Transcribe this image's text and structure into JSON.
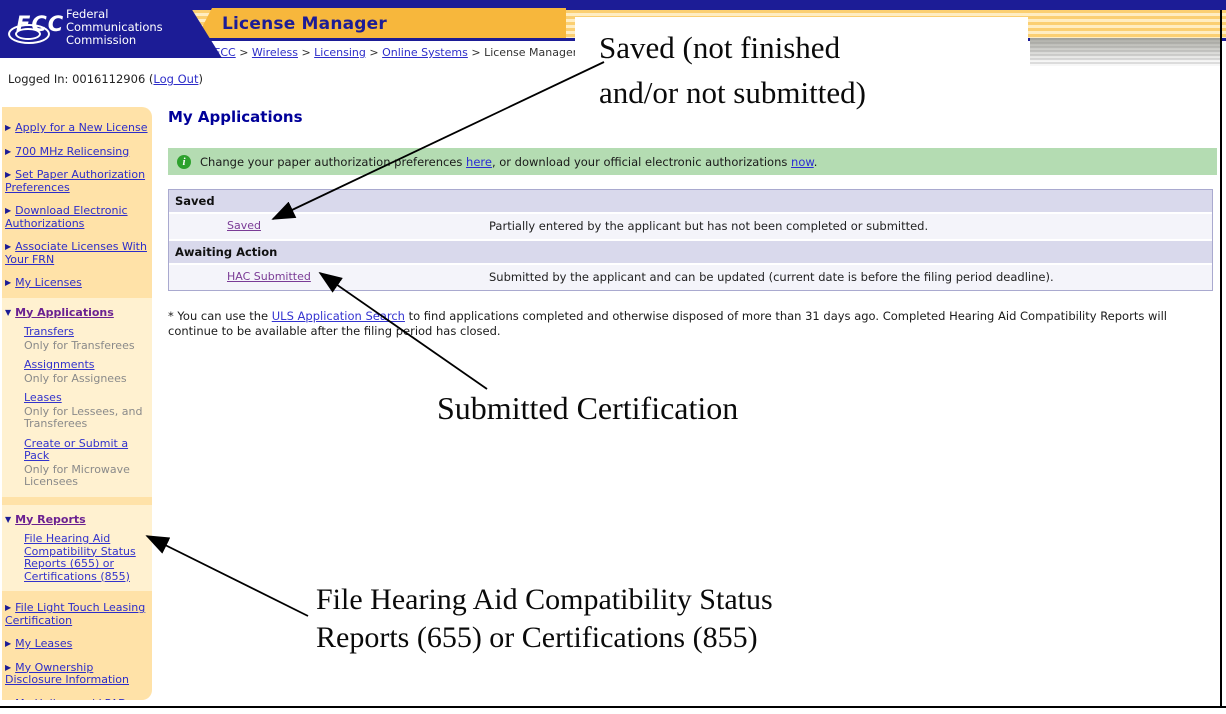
{
  "header": {
    "app_title": "License Manager",
    "logo": {
      "fcc": "FCC",
      "org_lines": [
        "Federal",
        "Communications",
        "Commission"
      ]
    },
    "breadcrumb": [
      {
        "label": "FCC",
        "link": true
      },
      {
        "label": "Wireless",
        "link": true
      },
      {
        "label": "Licensing",
        "link": true
      },
      {
        "label": "Online Systems",
        "link": true
      },
      {
        "label": "License Manager",
        "link": false
      }
    ],
    "breadcrumb_separator": " > ",
    "logged_in": {
      "label": "Logged In: ",
      "frn": "0016112906",
      "open": "(",
      "logout": "Log Out",
      "close": ")"
    }
  },
  "sidebar": {
    "items": [
      {
        "label": "Apply for a New License",
        "expanded": false
      },
      {
        "label": "700 MHz Relicensing",
        "expanded": false
      },
      {
        "label": "Set Paper Authorization Preferences",
        "expanded": false
      },
      {
        "label": "Download Electronic Authorizations",
        "expanded": false
      },
      {
        "label": "Associate Licenses With Your FRN",
        "expanded": false
      },
      {
        "label": "My Licenses",
        "expanded": false
      },
      {
        "label": "My Applications",
        "expanded": true,
        "children": [
          {
            "link": "Transfers",
            "note": "Only for Transferees"
          },
          {
            "link": "Assignments",
            "note": "Only for Assignees"
          },
          {
            "link": "Leases",
            "note": "Only for Lessees, and Transferees"
          },
          {
            "link": "Create or Submit a Pack",
            "note": "Only for Microwave Licensees"
          }
        ]
      },
      {
        "label": "My Reports",
        "expanded": true,
        "children": [
          {
            "link": "File Hearing Aid Compatibility Status Reports (655) or Certifications (855)",
            "note": ""
          }
        ]
      },
      {
        "label": "File Light Touch Leasing Certification",
        "expanded": false
      },
      {
        "label": "My Leases",
        "expanded": false
      },
      {
        "label": "My Ownership Disclosure Information",
        "expanded": false
      },
      {
        "label": "My Unlicensed LPAD Registrations (including wireless microphones)",
        "expanded": false
      }
    ]
  },
  "main": {
    "title": "My Applications",
    "info_bar": {
      "icon_glyph": "i",
      "segments": [
        {
          "text": "Change your paper authorization preferences "
        },
        {
          "text": "here",
          "link": true
        },
        {
          "text": ", or download your official electronic authorizations "
        },
        {
          "text": "now",
          "link": true
        },
        {
          "text": "."
        }
      ]
    },
    "table": {
      "sections": [
        {
          "header": "Saved",
          "rows": [
            {
              "link": "Saved",
              "desc": "Partially entered by the applicant but has not been completed or submitted."
            }
          ]
        },
        {
          "header": "Awaiting Action",
          "rows": [
            {
              "link": "HAC Submitted",
              "desc": "Submitted by the applicant and can be updated (current date is before the filing period deadline)."
            }
          ]
        }
      ]
    },
    "footnote_segments": [
      {
        "text": "* You can use the "
      },
      {
        "text": "ULS Application Search",
        "link": true
      },
      {
        "text": " to find applications completed and otherwise disposed of more than 31 days ago. Completed Hearing Aid Compatibility Reports will continue to be available after the filing period has closed."
      }
    ]
  },
  "annotations": {
    "saved_note": [
      "Saved (not finished",
      "and/or not submitted)"
    ],
    "submitted_note": "Submitted Certification",
    "hac_note": [
      "File Hearing Aid Compatibility Status",
      "Reports (655) or Certifications (855)"
    ]
  },
  "colors": {
    "navy": "#1c1c96",
    "gold_tab": "#f7b73c",
    "sidebar_bg": "#ffe2a8",
    "sidebar_expanded_bg": "#fff1d0",
    "info_bar_bg": "#b4dcb2",
    "info_icon_green": "#2da12d",
    "table_header_bg": "#d9d9ec",
    "table_row_bg": "#f4f4fa",
    "link_blue": "#2d2dc9",
    "visited_purple": "#7a3b96",
    "heading_navy": "#000099"
  }
}
